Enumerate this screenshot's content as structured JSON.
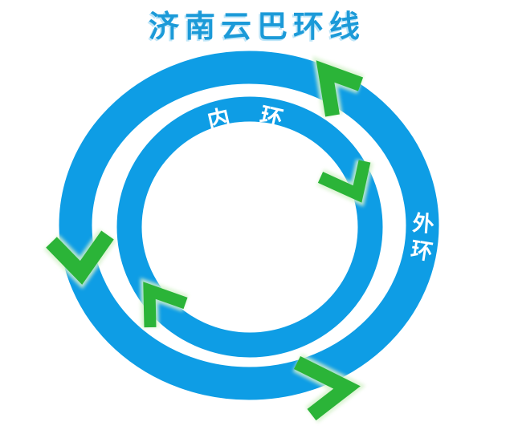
{
  "title": "济南云巴环线",
  "colors": {
    "background": "#ffffff",
    "title_blue": "#1b9ad8",
    "ring_blue": "#0e9de5",
    "arrow_green": "#2bb438",
    "arrow_halo": "#d6f2cc",
    "label_white": "#ffffff"
  },
  "diagram": {
    "inner_ring": {
      "label": "内 环",
      "direction": "clockwise"
    },
    "outer_ring": {
      "label_top_char": "外",
      "label_bottom_char": "环",
      "direction": "counterclockwise"
    }
  }
}
